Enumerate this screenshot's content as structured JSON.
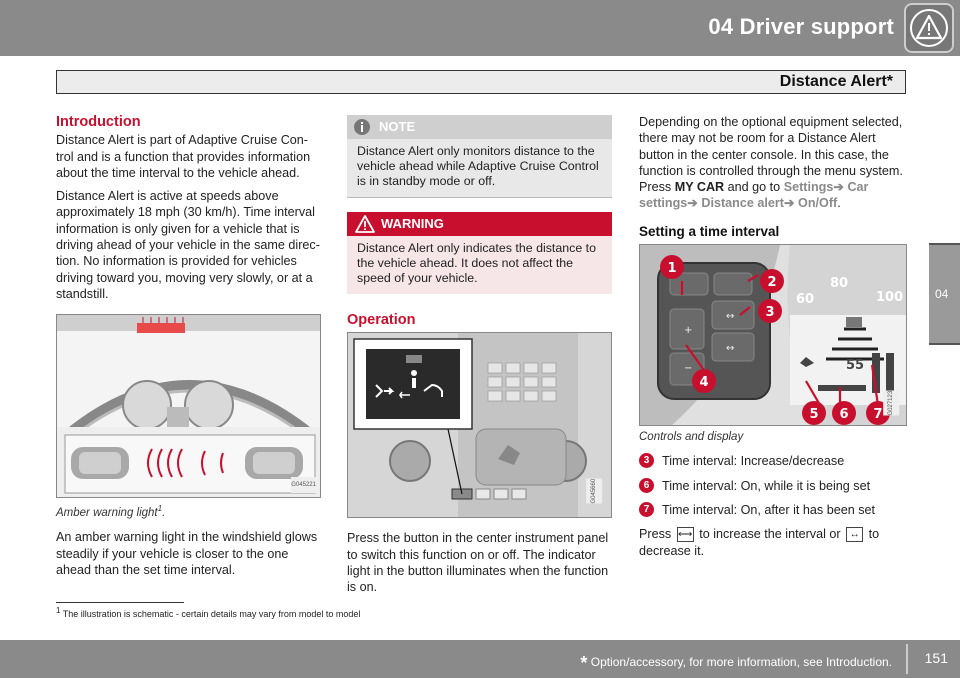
{
  "header": {
    "chapter": "04  Driver support",
    "section": "Distance Alert*",
    "side_tab": "04"
  },
  "intro": {
    "heading": "Introduction",
    "p1": "Distance Alert is part of Adaptive Cruise Con-trol and is a function that provides information about the time interval to the vehicle ahead.",
    "p2": "Distance Alert is active at speeds above approximately 18 mph (30 km/h). Time interval information is only given for a vehicle that is driving ahead of your vehicle in the same direc-tion. No information is provided for vehicles driving toward you, moving very slowly, or at a standstill.",
    "fig_id": "G045221",
    "caption": "Amber warning light",
    "caption_sup": "1",
    "p3": "An amber warning light in the windshield glows steadily if your vehicle is closer to the one ahead than the set time interval."
  },
  "note": {
    "title": "NOTE",
    "body": "Distance Alert only monitors distance to the vehicle ahead while Adaptive Cruise Control is in standby mode or off."
  },
  "warning": {
    "title": "WARNING",
    "body": "Distance Alert only indicates the distance to the vehicle ahead. It does not affect the speed of your vehicle."
  },
  "operation": {
    "heading": "Operation",
    "fig_id": "G045660",
    "body": "Press the button in the center instrument panel to switch this function on or off. The indicator light in the button illuminates when the function is on."
  },
  "col3": {
    "p1_start": "Depending on the optional equipment selected, there may not be room for a Distance Alert button in the center console. In this case, the function is controlled through the menu system. Press",
    "my_car": "MY CAR",
    "go_to": "and go to",
    "path1": "Settings",
    "path2": "Car settings",
    "path3": "Distance alert",
    "path4": "On/Off",
    "heading": "Setting a time interval",
    "fig_id": "G027123",
    "caption": "Controls and display",
    "callouts": [
      "1",
      "2",
      "3",
      "4",
      "5",
      "6",
      "7"
    ],
    "legend": [
      {
        "num": "3",
        "text": "Time interval: Increase/decrease"
      },
      {
        "num": "6",
        "text": "Time interval: On, while it is being set"
      },
      {
        "num": "7",
        "text": "Time interval: On, after it has been set"
      }
    ],
    "press": "Press",
    "increase_text": "to increase the interval or",
    "to": "to",
    "decrease_text": "decrease it."
  },
  "footnote": {
    "num": "1",
    "text": "The illustration is schematic - certain details may vary from model to model"
  },
  "footer": {
    "star": "*",
    "text": "Option/accessory, for more information, see Introduction.",
    "page": "151"
  },
  "colors": {
    "accent_red": "#c8102e",
    "header_gray": "#8a8a8a"
  }
}
